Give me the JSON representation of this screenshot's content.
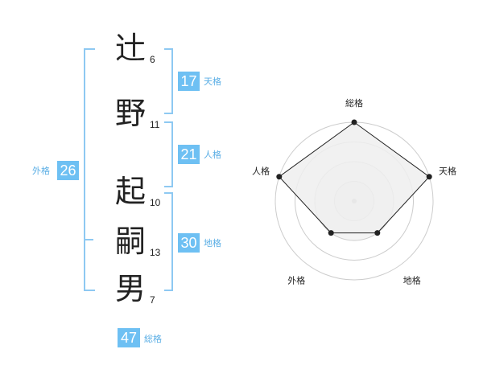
{
  "name": [
    {
      "char": "辻",
      "strokes": "6"
    },
    {
      "char": "野",
      "strokes": "11"
    },
    {
      "char": "起",
      "strokes": "10"
    },
    {
      "char": "嗣",
      "strokes": "13"
    },
    {
      "char": "男",
      "strokes": "7"
    }
  ],
  "fortunes": {
    "tenkaku": {
      "value": "17",
      "label": "天格"
    },
    "jinkaku": {
      "value": "21",
      "label": "人格"
    },
    "chikaku": {
      "value": "30",
      "label": "地格"
    },
    "gaikaku": {
      "value": "26",
      "label": "外格"
    },
    "soukaku": {
      "value": "47",
      "label": "総格"
    }
  },
  "radar": {
    "axes": [
      "総格",
      "天格",
      "地格",
      "外格",
      "人格"
    ],
    "scores": [
      4,
      4,
      2,
      2,
      4
    ],
    "max": 4,
    "colors": {
      "fill": "#eeeeee",
      "stroke": "#222222",
      "ring": "#cccccc",
      "center": "#bbbbbb"
    }
  },
  "colors": {
    "accent": "#6ec0f3"
  }
}
